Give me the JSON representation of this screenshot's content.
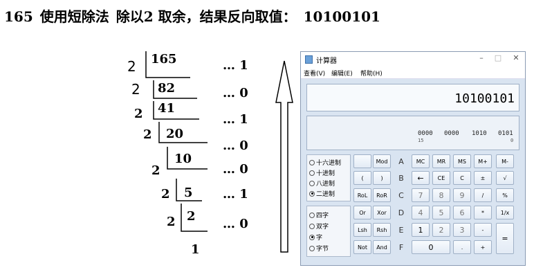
{
  "title": {
    "number": "165",
    "method": "使用短除法",
    "action": "除以2 取余，结果反向取值：",
    "result": "10100101"
  },
  "division": {
    "divisors": [
      "2",
      "2",
      "2",
      "2",
      "2",
      "2",
      "2"
    ],
    "quotients": [
      "165",
      "82",
      "41",
      "20",
      "10",
      "5",
      "2"
    ],
    "remainders": [
      "… 1",
      "… 0",
      "… 1",
      "… 0",
      "… 0",
      "… 1",
      "… 0"
    ],
    "final_quotient": "1"
  },
  "calculator": {
    "title": "计算器",
    "window_buttons": {
      "minimize": "–",
      "maximize": "□",
      "close": "✕"
    },
    "menu": [
      "查看(V)",
      "编辑(E)",
      "帮助(H)"
    ],
    "display_value": "10100101",
    "bit_groups": [
      "0000",
      "0000",
      "1010",
      "0101"
    ],
    "bit_numbers": [
      "15",
      "0"
    ],
    "radix_options": [
      "十六进制",
      "十进制",
      "八进制",
      "二进制"
    ],
    "radix_selected": "二进制",
    "word_options": [
      "四字",
      "双字",
      "字",
      "字节"
    ],
    "word_selected": "字",
    "keys": [
      [
        "",
        "Mod",
        "A",
        "MC",
        "MR",
        "MS",
        "M+",
        "M-"
      ],
      [
        "(",
        ")",
        "B",
        "←",
        "CE",
        "C",
        "±",
        "√"
      ],
      [
        "RoL",
        "RoR",
        "C",
        "7",
        "8",
        "9",
        "/",
        "%"
      ],
      [
        "Or",
        "Xor",
        "D",
        "4",
        "5",
        "6",
        "*",
        "1/x"
      ],
      [
        "Lsh",
        "Rsh",
        "E",
        "1",
        "2",
        "3",
        "-",
        "="
      ],
      [
        "Not",
        "And",
        "F",
        "0",
        "",
        ".",
        "+",
        ""
      ]
    ]
  }
}
